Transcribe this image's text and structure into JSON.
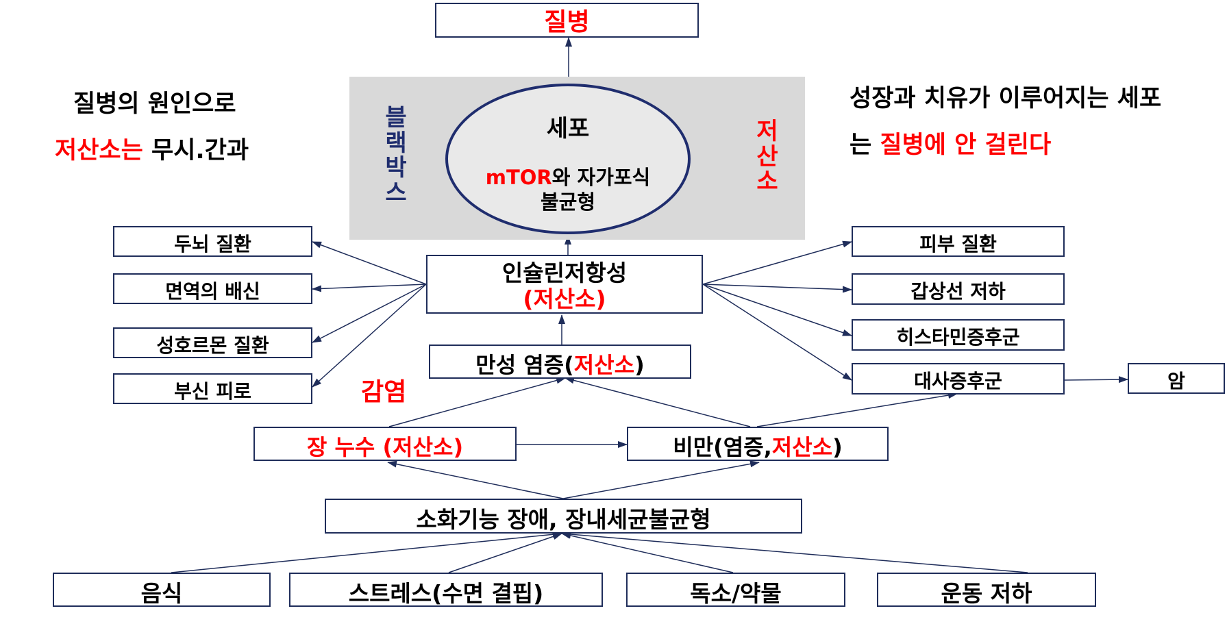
{
  "top_box": "질병",
  "left_note": {
    "line1": "질병의 원인으로",
    "line2_red": "저산소는",
    "line2_rest": " 무시.간과"
  },
  "right_note": {
    "line1": "성장과 치유가 이루어지는 세포",
    "line2_start": "는 ",
    "line2_red": "질병에 안 걸린다"
  },
  "blackbox_label": [
    "블",
    "랙",
    "박",
    "스"
  ],
  "hypoxia_label": [
    "저",
    "산",
    "소"
  ],
  "cell": {
    "title": "세포",
    "line1_red": "mTOR",
    "line1_rest": "와  자가포식",
    "line2": "불균형"
  },
  "insulin_box": {
    "line1": "인슐린저항성",
    "line2": "(저산소)"
  },
  "chronic_box": {
    "text": "만성 염증(",
    "red": "저산소",
    "end": ")"
  },
  "infection_label": "감염",
  "leaky_gut_box": "장 누수 (저산소)",
  "obesity_box": {
    "text": "비만(염증,",
    "red": "저산소",
    "end": ")"
  },
  "digestion_box": "소화기능 장애, 장내세균불균형",
  "left_diseases": [
    "두뇌 질환",
    "면역의 배신",
    "성호르몬 질환",
    "부신 피로"
  ],
  "right_diseases": [
    "피부 질환",
    "갑상선 저하",
    "히스타민증후군",
    "대사증후군"
  ],
  "cancer_box": "암",
  "causes": [
    "음식",
    "스트레스(수면 결핍)",
    "독소/약물",
    "운동 저하"
  ],
  "colors": {
    "red": "#ff0000",
    "navy": "#1f2d6e",
    "gray": "#d9d9d9",
    "arrow": "#1f2d5a"
  }
}
